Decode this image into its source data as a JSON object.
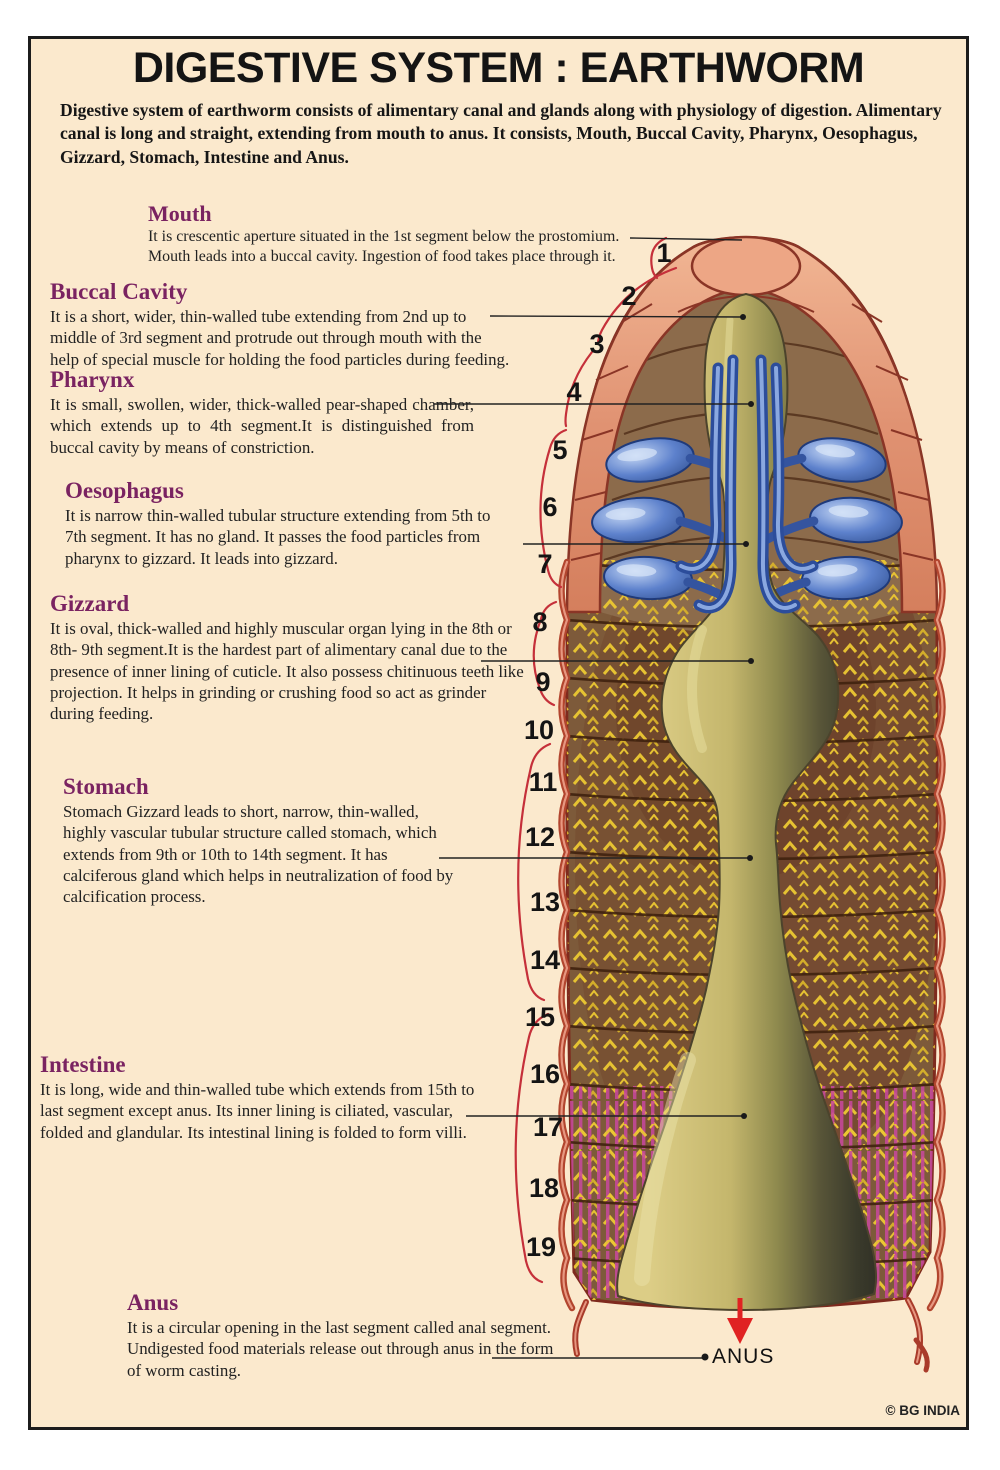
{
  "poster": {
    "title": "DIGESTIVE SYSTEM : EARTHWORM",
    "intro": "Digestive system of earthworm consists of alimentary canal and glands along with physiology of digestion. Alimentary canal is long and straight, extending from mouth to anus. It consists, Mouth, Buccal Cavity, Pharynx,  Oesophagus, Gizzard, Stomach,  Intestine and Anus.",
    "credit": "© BG INDIA"
  },
  "sections": [
    {
      "heading": "Mouth",
      "body": "It is crescentic aperture situated in the 1st segment below the prostomium. Mouth leads into a buccal cavity. Ingestion of food takes place through it."
    },
    {
      "heading": "Buccal Cavity",
      "body": "It is a short, wider, thin-walled tube extending from 2nd up to middle of 3rd segment and protrude out through mouth with the help of special muscle for holding the food particles during feeding."
    },
    {
      "heading": "Pharynx",
      "body": "It is small, swollen, wider, thick-walled pear-shaped chamber, which extends up to 4th segment.It is distinguished from buccal cavity by means of constriction."
    },
    {
      "heading": "Oesophagus",
      "body": "It is narrow thin-walled tubular structure extending from 5th to 7th segment. It has no gland. It passes the food particles from pharynx to gizzard. It leads into gizzard."
    },
    {
      "heading": "Gizzard",
      "body": "It is oval, thick-walled and highly muscular organ lying in the 8th or 8th- 9th segment.It is the hardest part of alimentary canal due to the presence of inner lining of cuticle. It also possess chitinuous teeth like projection. It helps in grinding or crushing food so act as grinder during feeding."
    },
    {
      "heading": "Stomach",
      "body": "Stomach Gizzard leads to short, narrow, thin-walled, highly vascular tubular structure called stomach, which extends from 9th or 10th to 14th segment. It has calciferous gland which helps in neutralization of food by calcification process."
    },
    {
      "heading": "Intestine",
      "body": "It is long, wide and thin-walled tube which extends from 15th to last segment except anus. Its inner lining is ciliated, vascular, folded and glandular. Its intestinal lining is folded to form villi."
    },
    {
      "heading": "Anus",
      "body": "It is a circular opening in the last segment called anal segment. Undigested food materials release out through anus in the form of worm casting."
    }
  ],
  "diagram": {
    "segment_numbers": [
      "1",
      "2",
      "3",
      "4",
      "5",
      "6",
      "7",
      "8",
      "9",
      "10",
      "11",
      "12",
      "13",
      "14",
      "15",
      "16",
      "17",
      "18",
      "19"
    ],
    "anus_label": "ANUS"
  },
  "colors": {
    "poster_background": "#fbe9cd",
    "heading": "#7a2361",
    "head_salmon": "#e09272",
    "body_brown": "#7d5a3a",
    "chevron_yellow": "#ecc832",
    "stripe_magenta": "#c8489e",
    "gland_blue": "#4a6fc0",
    "canal_khaki": "#c9bb74",
    "brace_red": "#c5303a",
    "arrow_red": "#e02222"
  }
}
